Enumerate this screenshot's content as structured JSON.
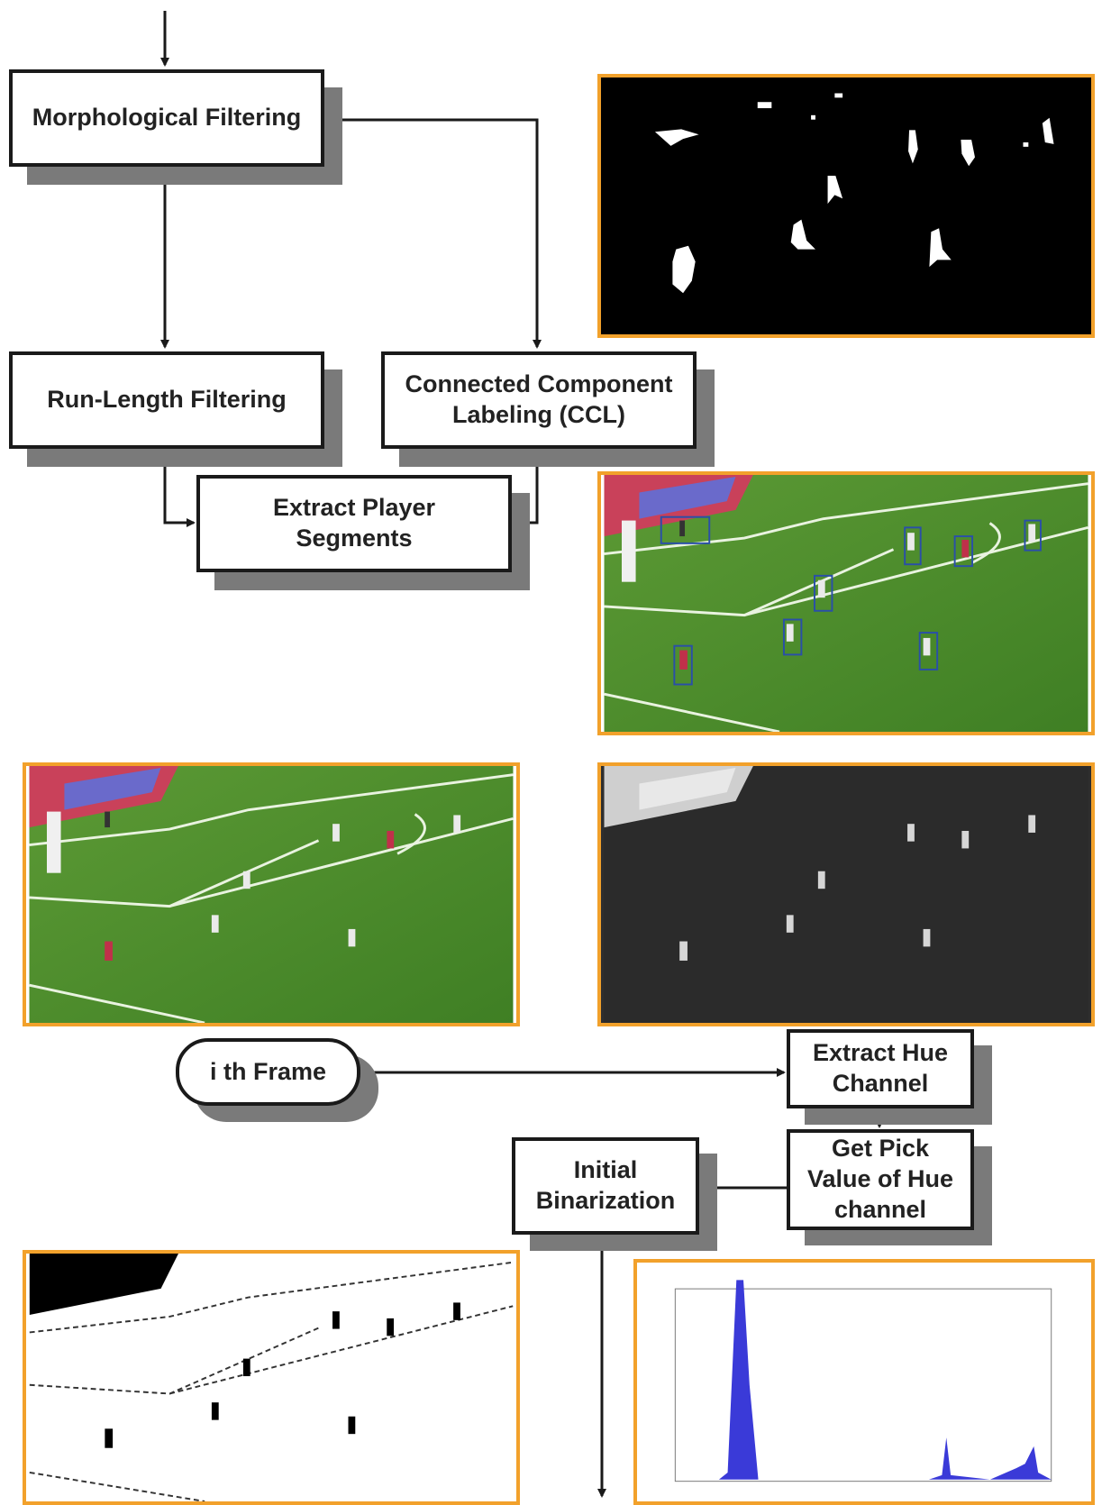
{
  "nodes": {
    "morph": "Morphological Filtering",
    "runlength": "Run-Length Filtering",
    "ccl_line1": "Connected Component",
    "ccl_line2": "Labeling (CCL)",
    "extract_line1": "Extract Player",
    "extract_line2": "Segments",
    "frame": "i th Frame",
    "hue_line1": "Extract Hue",
    "hue_line2": "Channel",
    "peak_line1": "Get Pick",
    "peak_line2": "Value of Hue",
    "peak_line3": "channel",
    "bin_line1": "Initial",
    "bin_line2": "Binarization"
  },
  "colors": {
    "panel_border": "#f2a12b",
    "box_border": "#1a1a1a",
    "shadow": "#7a7a7a",
    "field_green": "#4f8f2e",
    "histogram": "#3a3ad8"
  },
  "panels": {
    "binary_mask": "Binary mask after morphological filtering",
    "detection": "Field frame with player bounding boxes",
    "original": "Original field frame",
    "hue": "Hue channel image",
    "binarized": "Initial binarization result",
    "histogram": "Hue channel histogram"
  }
}
